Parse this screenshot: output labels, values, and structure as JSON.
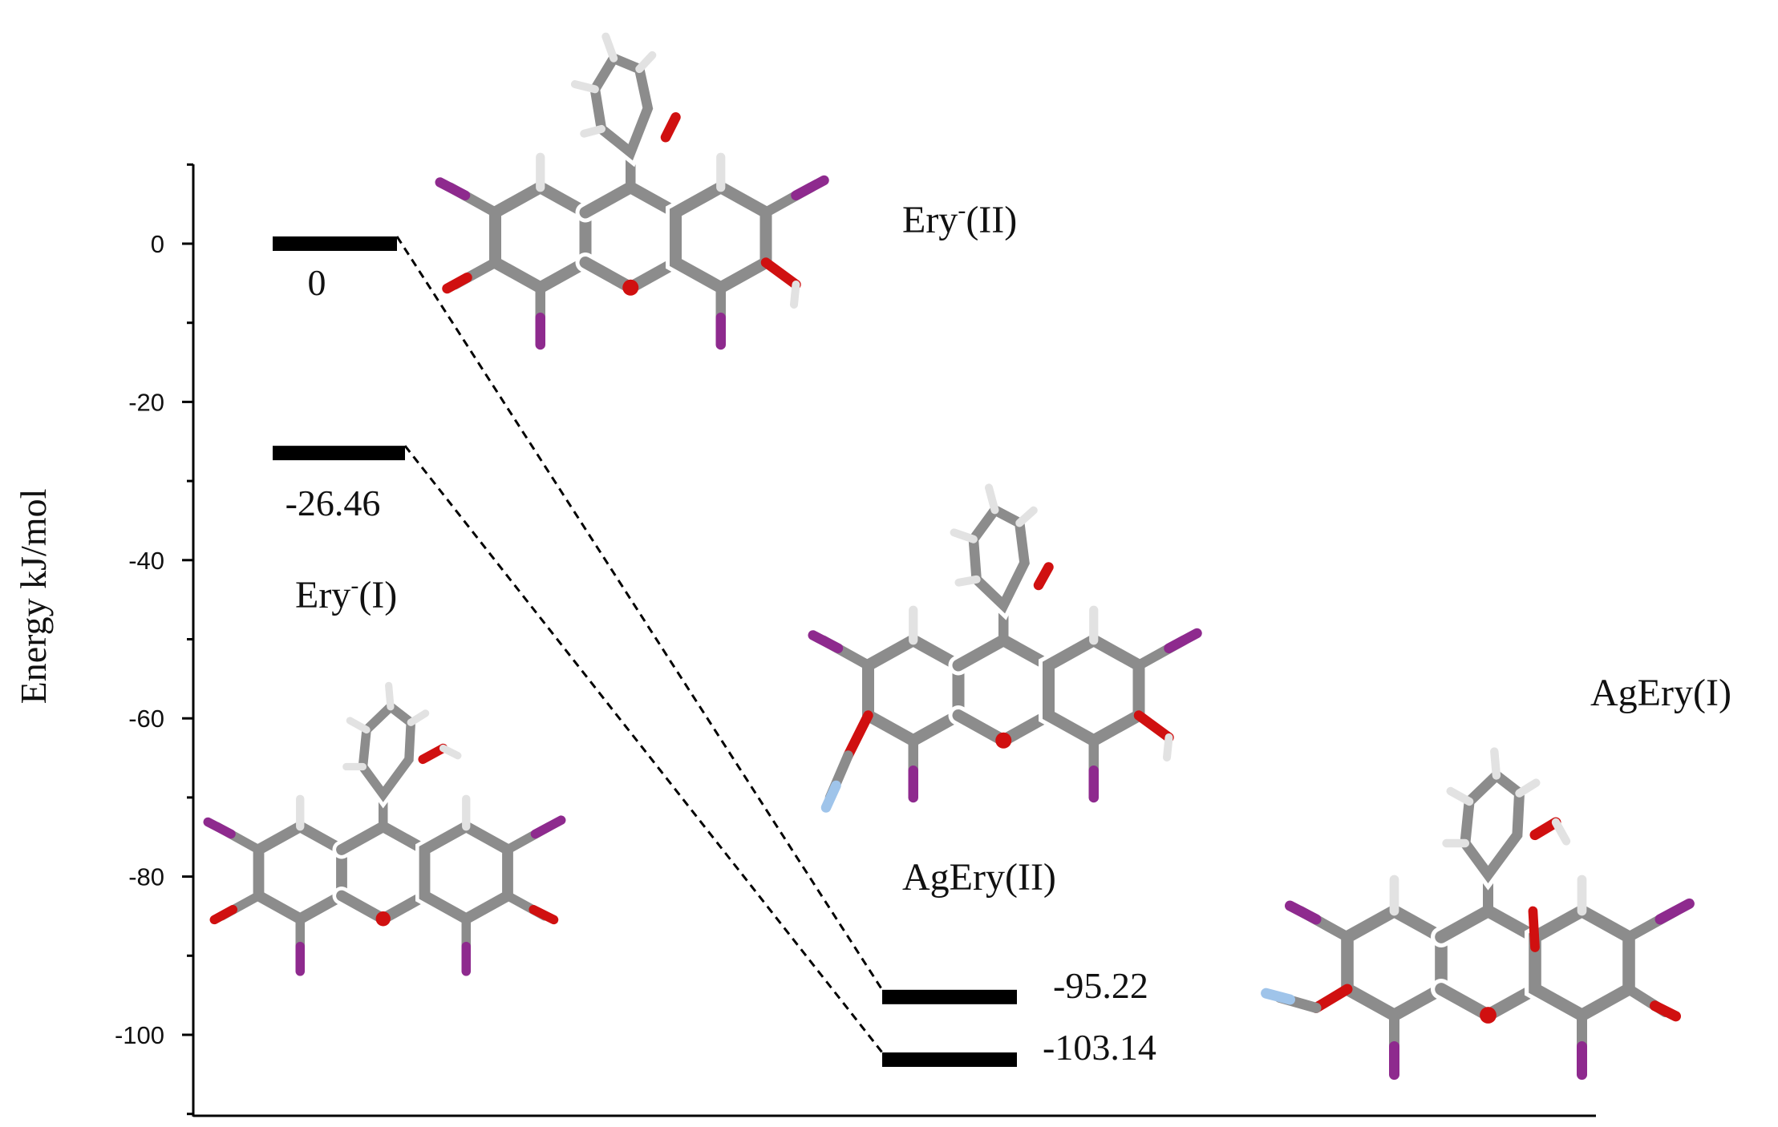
{
  "chart_data": {
    "type": "energy-level-diagram",
    "ylabel": "Energy kJ/mol",
    "ylim": [
      -110,
      10
    ],
    "yticks": [
      0,
      -20,
      -40,
      -60,
      -80,
      -100
    ],
    "ytick_labels": [
      "0",
      "-20",
      "-40",
      "-60",
      "-80",
      "-100"
    ],
    "levels": [
      {
        "id": "ery2",
        "value": 0,
        "value_label": "0"
      },
      {
        "id": "ery1",
        "value": -26.46,
        "value_label": "-26.46"
      },
      {
        "id": "ag2",
        "value": -95.22,
        "value_label": "-95.22"
      },
      {
        "id": "ag1",
        "value": -103.14,
        "value_label": "-103.14"
      }
    ],
    "connections": [
      {
        "from": "ery2",
        "to": "ag2",
        "style": "dashed"
      },
      {
        "from": "ery1",
        "to": "ag1",
        "style": "dashed"
      }
    ],
    "species": [
      {
        "id": "ery2",
        "name": "Ery",
        "superscript": "-",
        "state": "(II)"
      },
      {
        "id": "ery1",
        "name": "Ery",
        "superscript": "-",
        "state": "(I)"
      },
      {
        "id": "ag2",
        "name": "AgEry",
        "superscript": "",
        "state": "(II)"
      },
      {
        "id": "ag1",
        "name": "AgEry",
        "superscript": "",
        "state": "(I)"
      }
    ]
  },
  "colors": {
    "carbon": "#8c8c8c",
    "oxygen": "#d01010",
    "iodine": "#8e2a8e",
    "hydrogen": "#e2e2e2",
    "silver": "#9fc4ea",
    "ink": "#000000"
  },
  "molecule_icons": [
    "ery-II-structure",
    "ery-I-structure",
    "agery-II-structure",
    "agery-I-structure"
  ]
}
